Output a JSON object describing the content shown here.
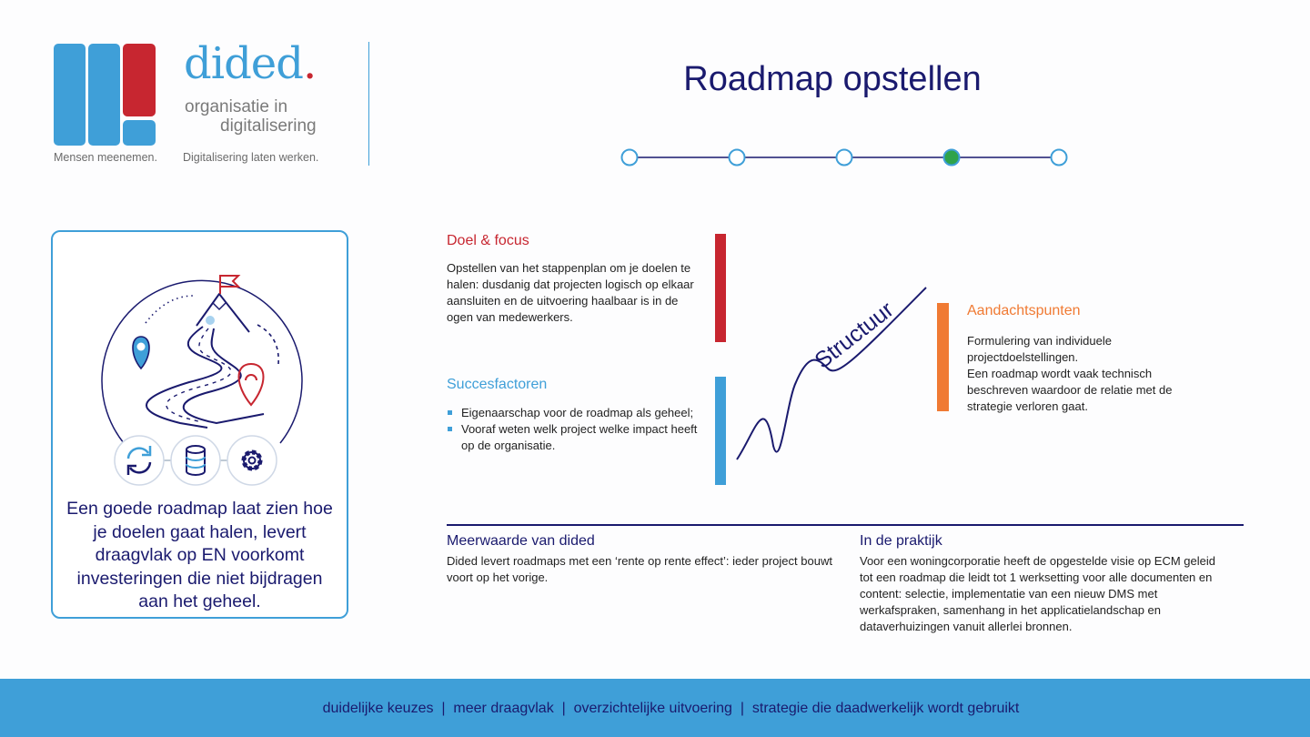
{
  "logo": {
    "wordmark": "dided",
    "subtitle_line1": "organisatie in",
    "subtitle_line2": "digitalisering",
    "tagline_left": "Mensen meenemen.",
    "tagline_right": "Digitalisering laten werken."
  },
  "header": {
    "title": "Roadmap opstellen",
    "stepper": {
      "total_steps": 5,
      "active_step": 4
    }
  },
  "card": {
    "icons": [
      "refresh-icon",
      "database-icon",
      "gear-icon"
    ],
    "text": "Een goede roadmap laat zien hoe je doelen gaat halen, levert draagvlak op EN voorkomt investeringen die niet bijdragen aan het geheel."
  },
  "doel": {
    "heading": "Doel & focus",
    "text": "Opstellen van het stappenplan om je doelen te halen: dusdanig dat projecten logisch op elkaar aansluiten en de uitvoering haalbaar is in de ogen van medewerkers."
  },
  "succes": {
    "heading": "Succesfactoren",
    "items": [
      "Eigenaarschap voor de roadmap als geheel;",
      "Vooraf weten welk project welke impact heeft op de organisatie."
    ]
  },
  "curve": {
    "label": "Structuur"
  },
  "aandacht": {
    "heading": "Aandachtspunten",
    "line1": "Formulering van individuele projectdoelstellingen.",
    "line2": "Een roadmap wordt vaak technisch beschreven waardoor de relatie met de strategie verloren gaat."
  },
  "meerwaarde": {
    "heading": "Meerwaarde van dided",
    "text": "Dided levert roadmaps met een ‘rente op rente effect’: ieder project bouwt voort op het vorige."
  },
  "praktijk": {
    "heading": "In de praktijk",
    "text": "Voor een woningcorporatie heeft de opgestelde visie op ECM geleid tot een roadmap die leidt tot 1 werksetting voor alle documenten en content: selectie, implementatie van een nieuw DMS met werkafspraken, samenhang in het applicatielandschap en dataverhuizingen vanuit allerlei bronnen."
  },
  "footer": {
    "text": "duidelijke keuzes  |  meer draagvlak  |  overzichtelijke uitvoering  |  strategie die daadwerkelijk wordt gebruikt"
  },
  "colors": {
    "navy": "#1a1a6e",
    "blue": "#3f9fd8",
    "red": "#c72630",
    "orange": "#f07a33",
    "green": "#2ea34a"
  }
}
